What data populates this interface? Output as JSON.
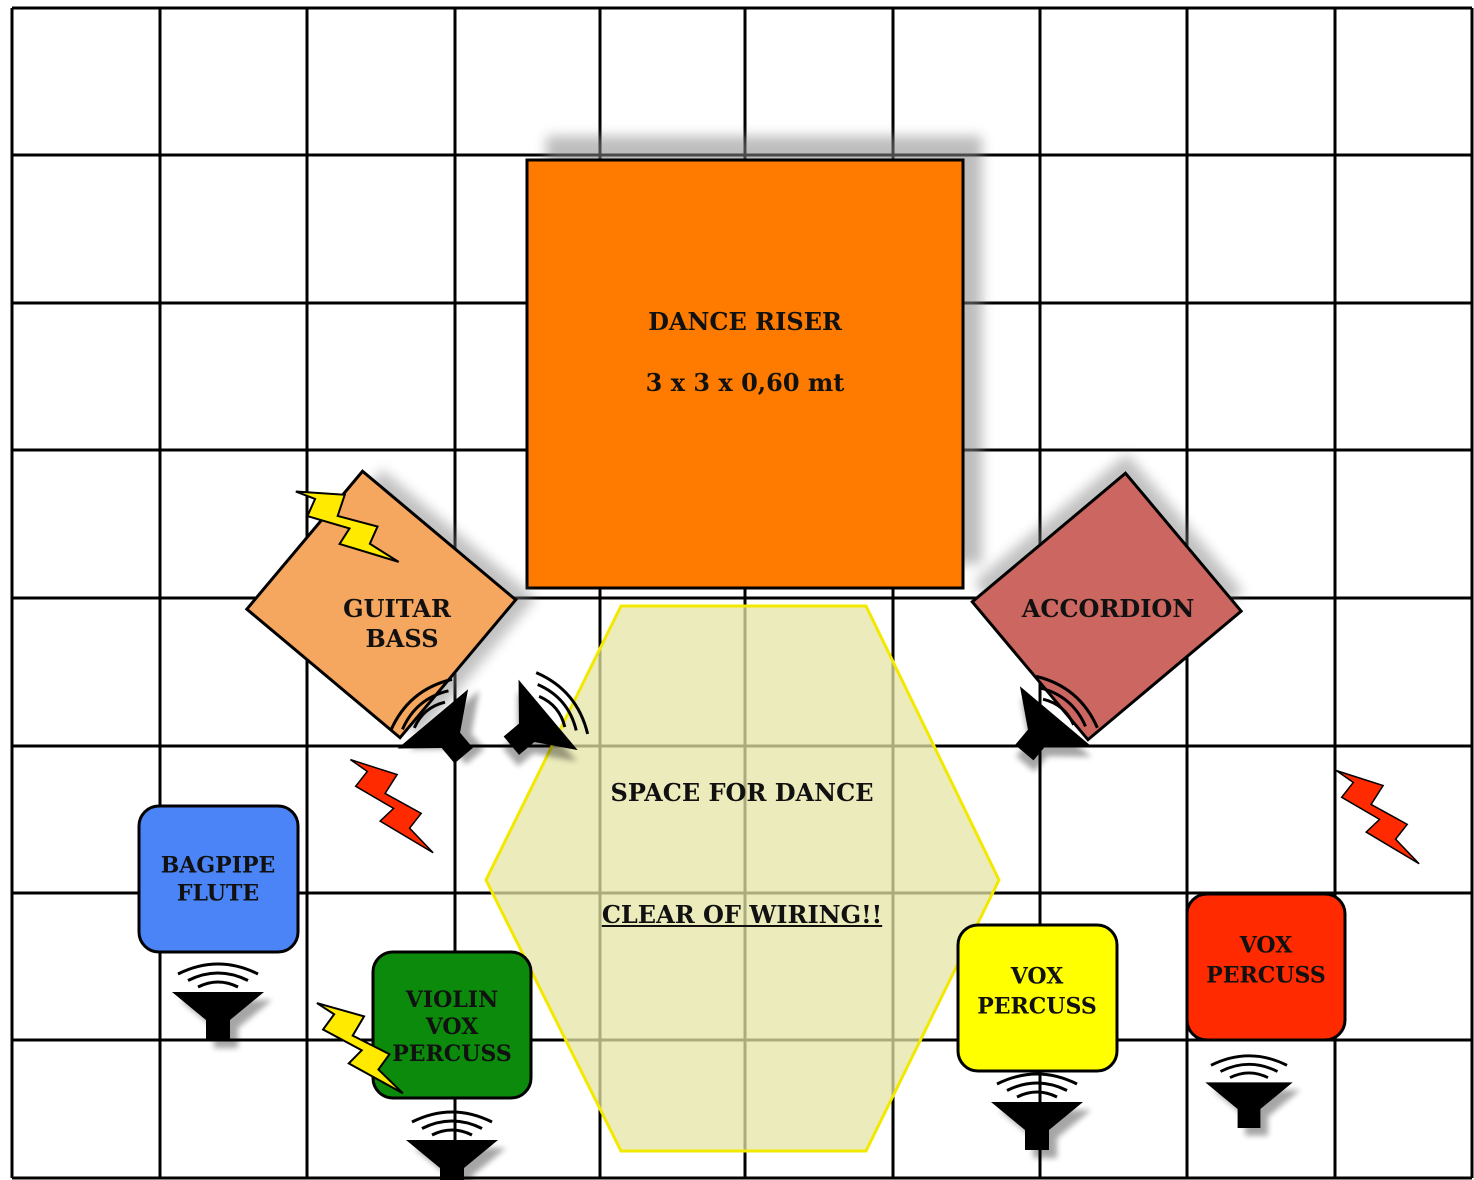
{
  "riser": {
    "title": "DANCE RISER",
    "size": "3 x 3 x 0,60 mt",
    "color": "#ff7b00"
  },
  "dance_space": {
    "line1": "SPACE FOR DANCE",
    "line2": "CLEAR OF WIRING!!",
    "fill": "#e6e4a6",
    "stroke": "#f2e800"
  },
  "stations": {
    "guitar_bass": {
      "line1": "GUITAR",
      "line2": "BASS",
      "color": "#f5a65f"
    },
    "accordion": {
      "label": "ACCORDION",
      "color": "#cc6660"
    },
    "bagpipe_flute": {
      "line1": "BAGPIPE",
      "line2": "FLUTE",
      "color": "#4a84f6"
    },
    "violin": {
      "line1": "VIOLIN",
      "line2": "VOX",
      "line3": "PERCUSS",
      "color": "#0b8a0b"
    },
    "vox_yellow": {
      "line1": "VOX",
      "line2": "PERCUSS",
      "color": "#ffff00"
    },
    "vox_red": {
      "line1": "VOX",
      "line2": "PERCUSS",
      "color": "#ff2a00"
    }
  },
  "power_colors": {
    "yellow": "#ffea00",
    "red": "#ff2a00"
  },
  "icons": [
    "monitor-speaker-icon",
    "power-bolt-icon"
  ]
}
